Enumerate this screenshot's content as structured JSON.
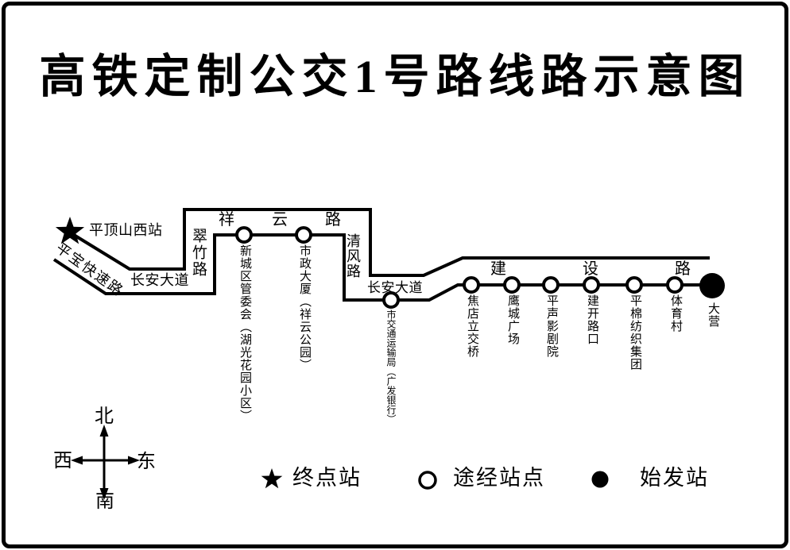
{
  "title": {
    "part1": "高铁定制公交1号",
    "part2": "路线路示意图"
  },
  "map": {
    "terminal": {
      "name": "平顶山西站"
    },
    "origin": {
      "name": "大营"
    },
    "roads": {
      "pingbao": "平宝快速路",
      "changan_west": "长安大道",
      "cuizhu": "翠竹路",
      "xiangyun": [
        "祥",
        "云",
        "路"
      ],
      "qingfeng": "清风路",
      "changan_east": "长安大道",
      "jianshe": [
        "建",
        "设",
        "路"
      ]
    },
    "stations": [
      {
        "label": "新城区管委会（湖光花园小区）"
      },
      {
        "label": "市政大厦（祥云公园）"
      },
      {
        "label": "市交通运输局（广发银行）"
      },
      {
        "label": "焦店立交桥"
      },
      {
        "label": "鹰城广场"
      },
      {
        "label": "平声影剧院"
      },
      {
        "label": "建开路口"
      },
      {
        "label": "平棉纺织集团"
      },
      {
        "label": "体育村"
      }
    ]
  },
  "compass": {
    "north": "北",
    "south": "南",
    "west": "西",
    "east": "东"
  },
  "legend": {
    "terminal": {
      "symbol": "star",
      "label": "终点站"
    },
    "intermediate": {
      "symbol": "open-circle",
      "label": "途经站点"
    },
    "origin": {
      "symbol": "filled-circle",
      "label": "始发站"
    }
  },
  "colors": {
    "ink": "#000000",
    "background": "#ffffff"
  }
}
